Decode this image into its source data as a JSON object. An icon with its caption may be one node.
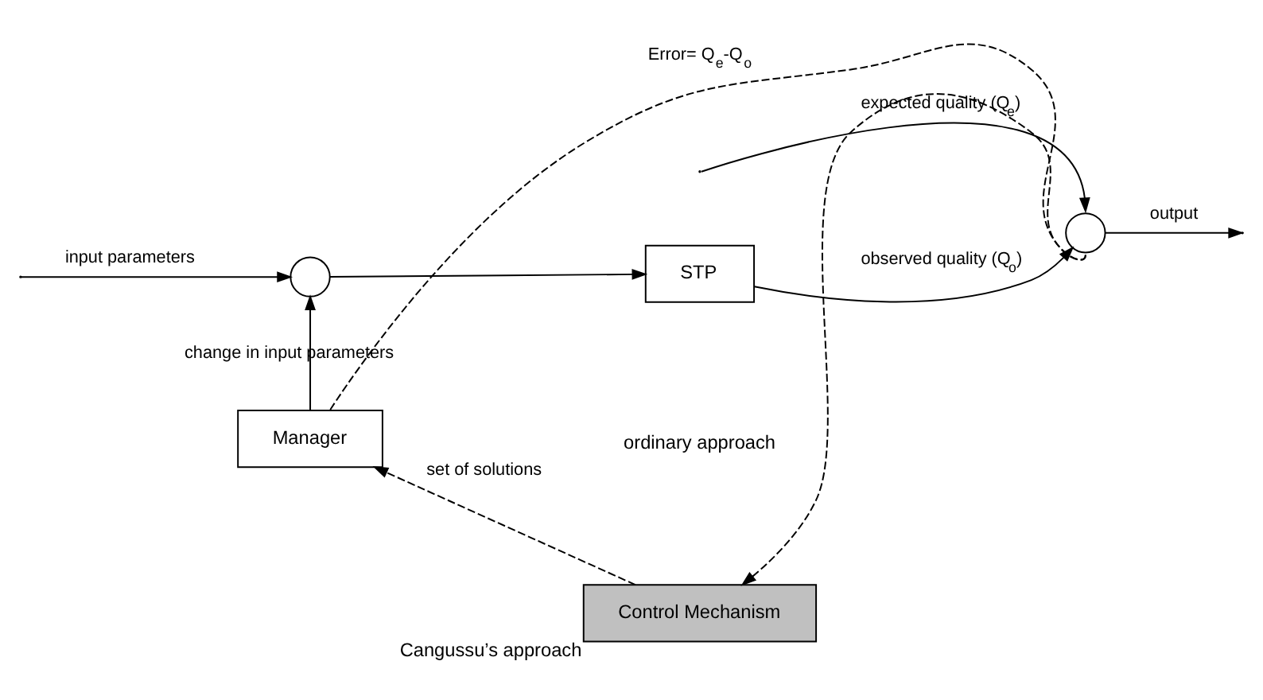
{
  "diagram": {
    "nodes": [
      {
        "text": [],
        "shape": "circle"
      },
      {
        "text": [
          "STP"
        ]
      },
      {
        "text": [],
        "shape": "circle"
      },
      {
        "text": [
          "Manager"
        ]
      },
      {
        "text": [
          "Control Mechanism"
        ],
        "beside": [
          "Cangussu’s approach"
        ]
      }
    ],
    "edges": [
      {
        "from": null,
        "to": 0,
        "arrow": "to",
        "label": "input parameters"
      },
      {
        "from": 0,
        "to": 1,
        "arrow": "to"
      },
      {
        "from": 1,
        "to": 2,
        "arrow": "to",
        "label": "observed quality (Q$_{o}$)"
      },
      {
        "from": null,
        "to": 2,
        "arrow": "to",
        "label": "expected quality (Q$_{e}$)"
      },
      {
        "from": 2,
        "to": null,
        "arrow": "to",
        "label": "output"
      },
      {
        "from": 2,
        "to": 3,
        "arrow": "none",
        "label": "Error= Q$_{e}$-Q$_{o}$",
        "style": "dashed"
      },
      {
        "from": 2,
        "to": 4,
        "arrow": "to",
        "style": "dashed"
      },
      {
        "from": 4,
        "to": 3,
        "arrow": "to",
        "label": "set of solutions",
        "style": "dashed"
      },
      {
        "from": 3,
        "to": 0,
        "arrow": "to",
        "label": "change in input parameters"
      }
    ],
    "labels": [
      "ordinary approach"
    ]
  }
}
